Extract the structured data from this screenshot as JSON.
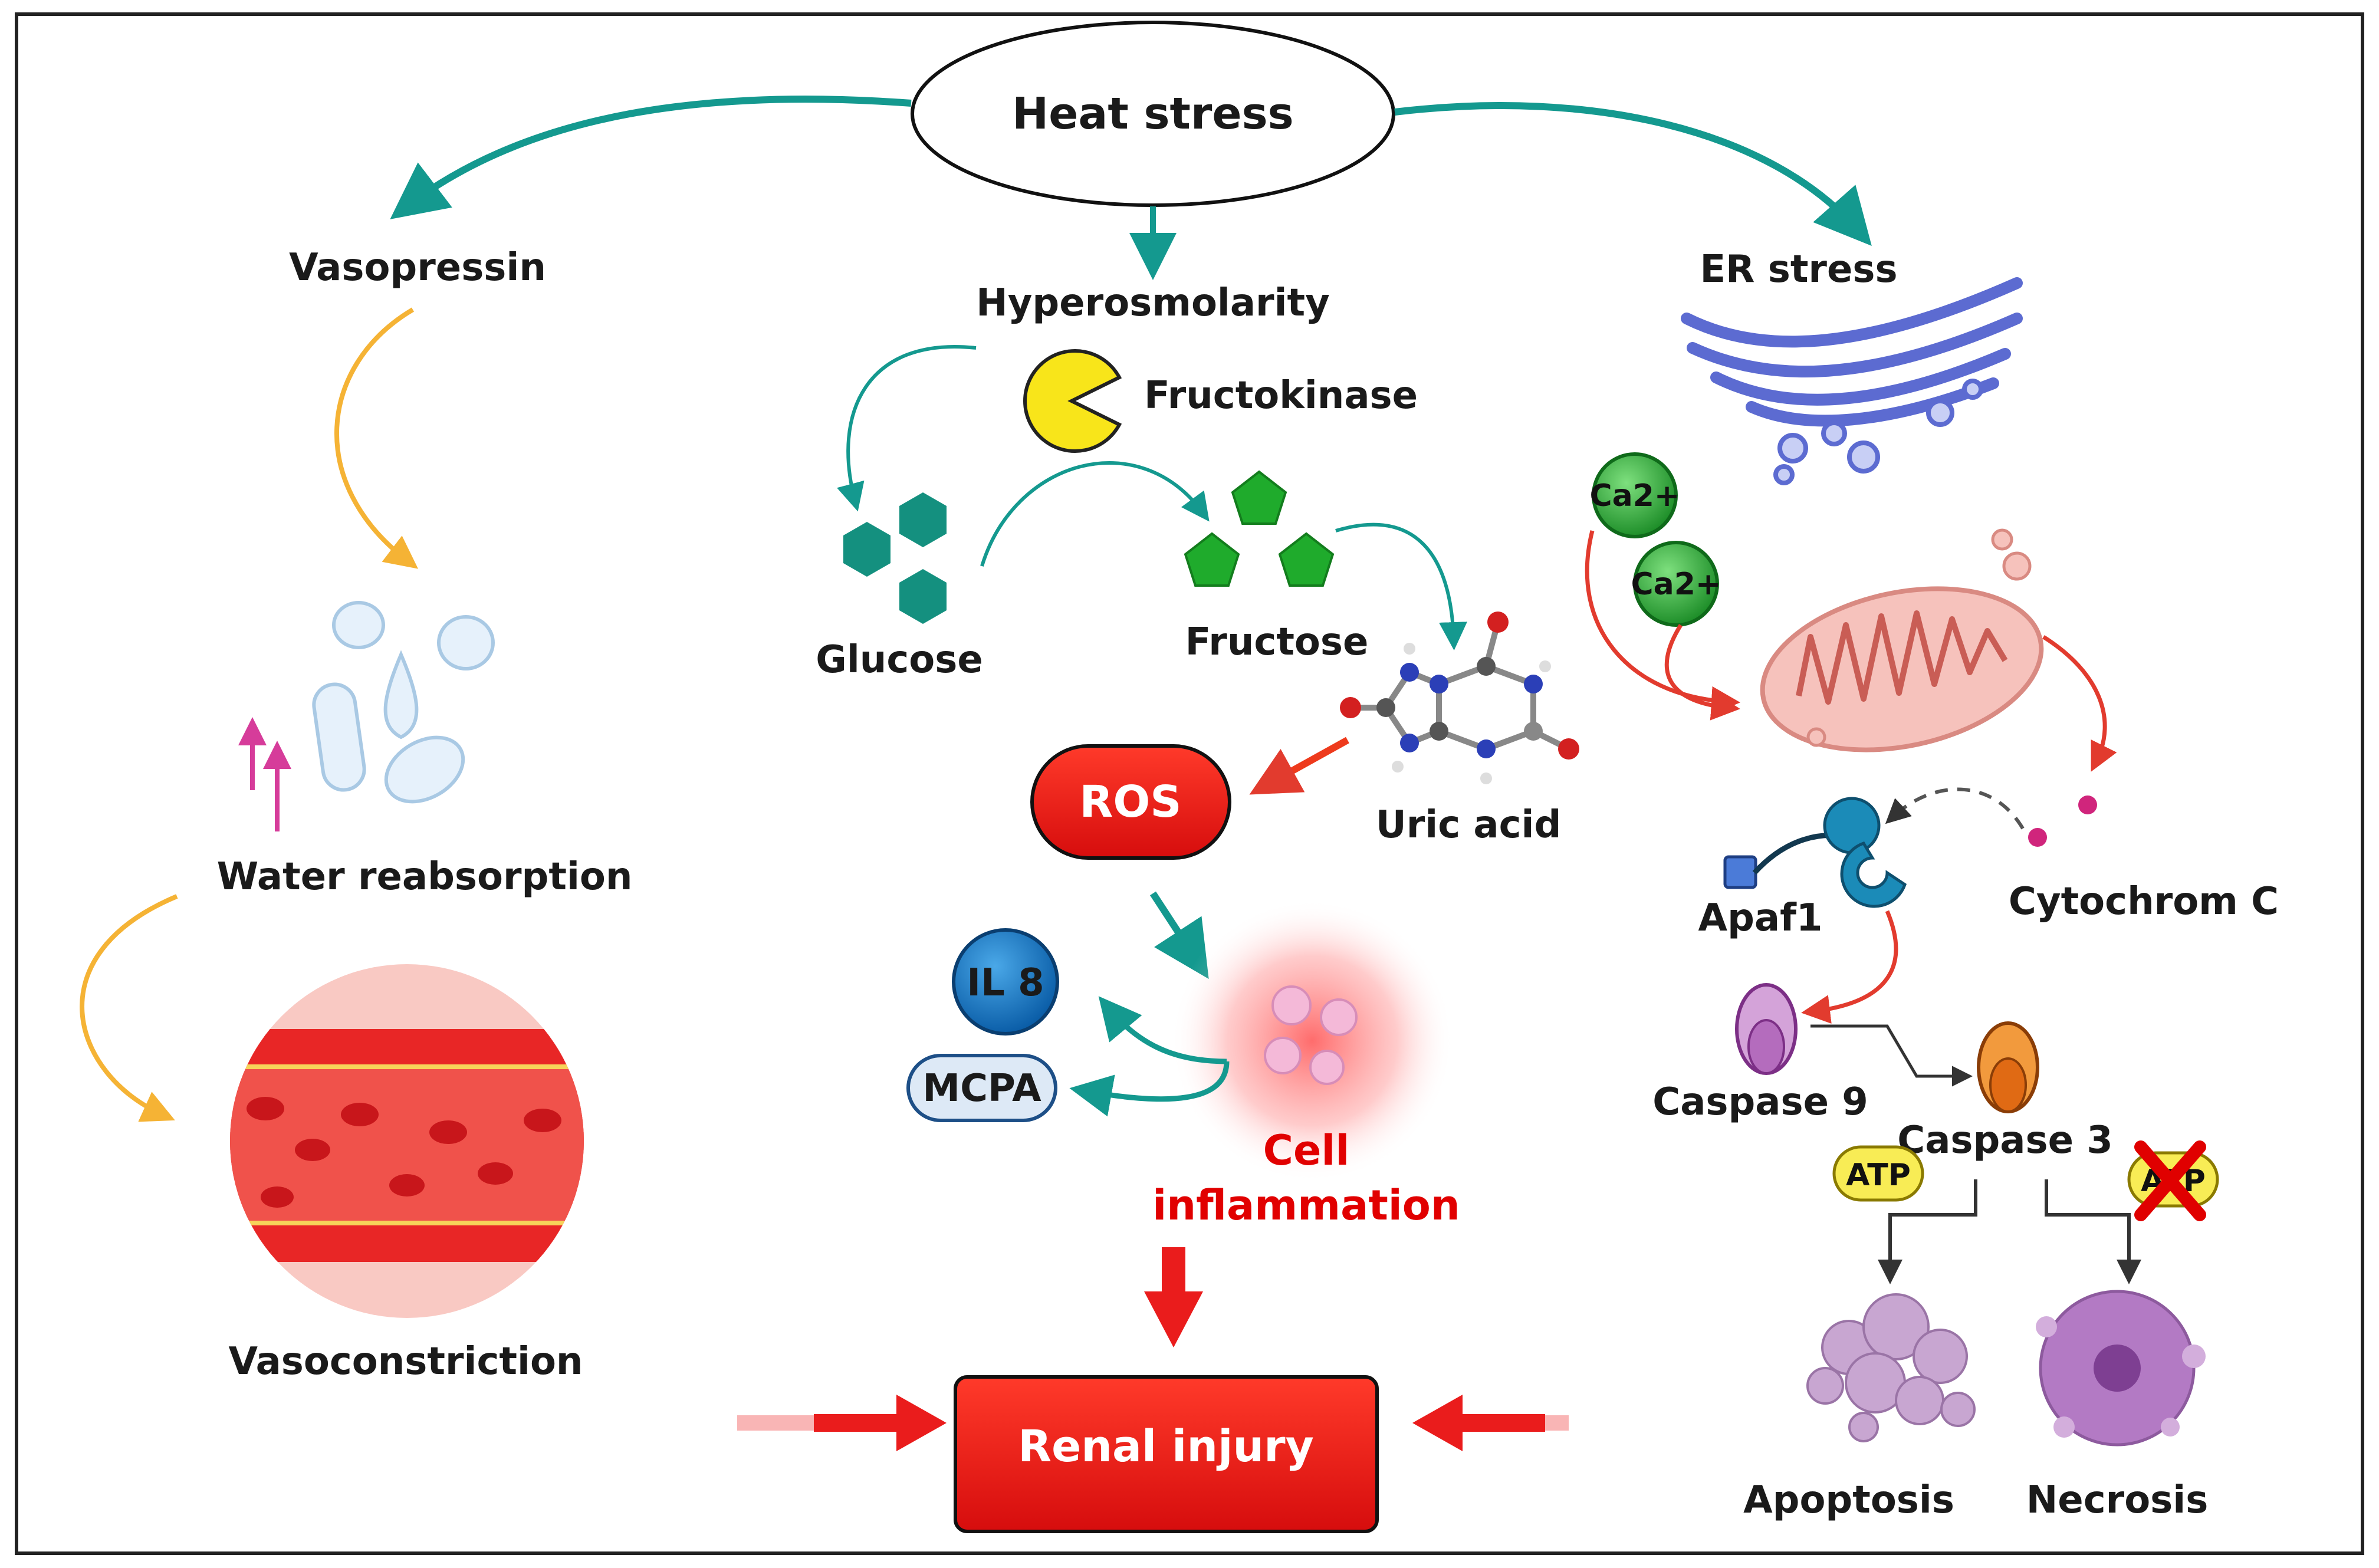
{
  "title": "Heat stress",
  "colors": {
    "teal": "#14998f",
    "orange_arrow": "#f5b335",
    "red": "#ea1c1c",
    "magenta": "#d63c9a",
    "dark_arrow": "#333333"
  },
  "left": {
    "vasopressin": "Vasopressin",
    "water_reabsorption": "Water reabsorption",
    "vasoconstriction": "Vasoconstriction"
  },
  "middle": {
    "hyperosmolarity": "Hyperosmolarity",
    "fructokinase": "Fructokinase",
    "glucose": "Glucose",
    "fructose": "Fructose",
    "uric_acid": "Uric acid",
    "ros": "ROS",
    "il8": "IL 8",
    "mcpa": "MCPA",
    "cell_inflammation_line1": "Cell",
    "cell_inflammation_line2": "inflammation"
  },
  "right": {
    "er_stress": "ER stress",
    "ca2_a": "Ca2+",
    "ca2_b": "Ca2+",
    "apaf1": "Apaf1",
    "cytochrom_c": "Cytochrom C",
    "caspase9": "Caspase 9",
    "caspase3": "Caspase 3",
    "atp_left": "ATP",
    "atp_right": "ATP",
    "apoptosis": "Apoptosis",
    "necrosis": "Necrosis"
  },
  "outcome": "Renal injury"
}
